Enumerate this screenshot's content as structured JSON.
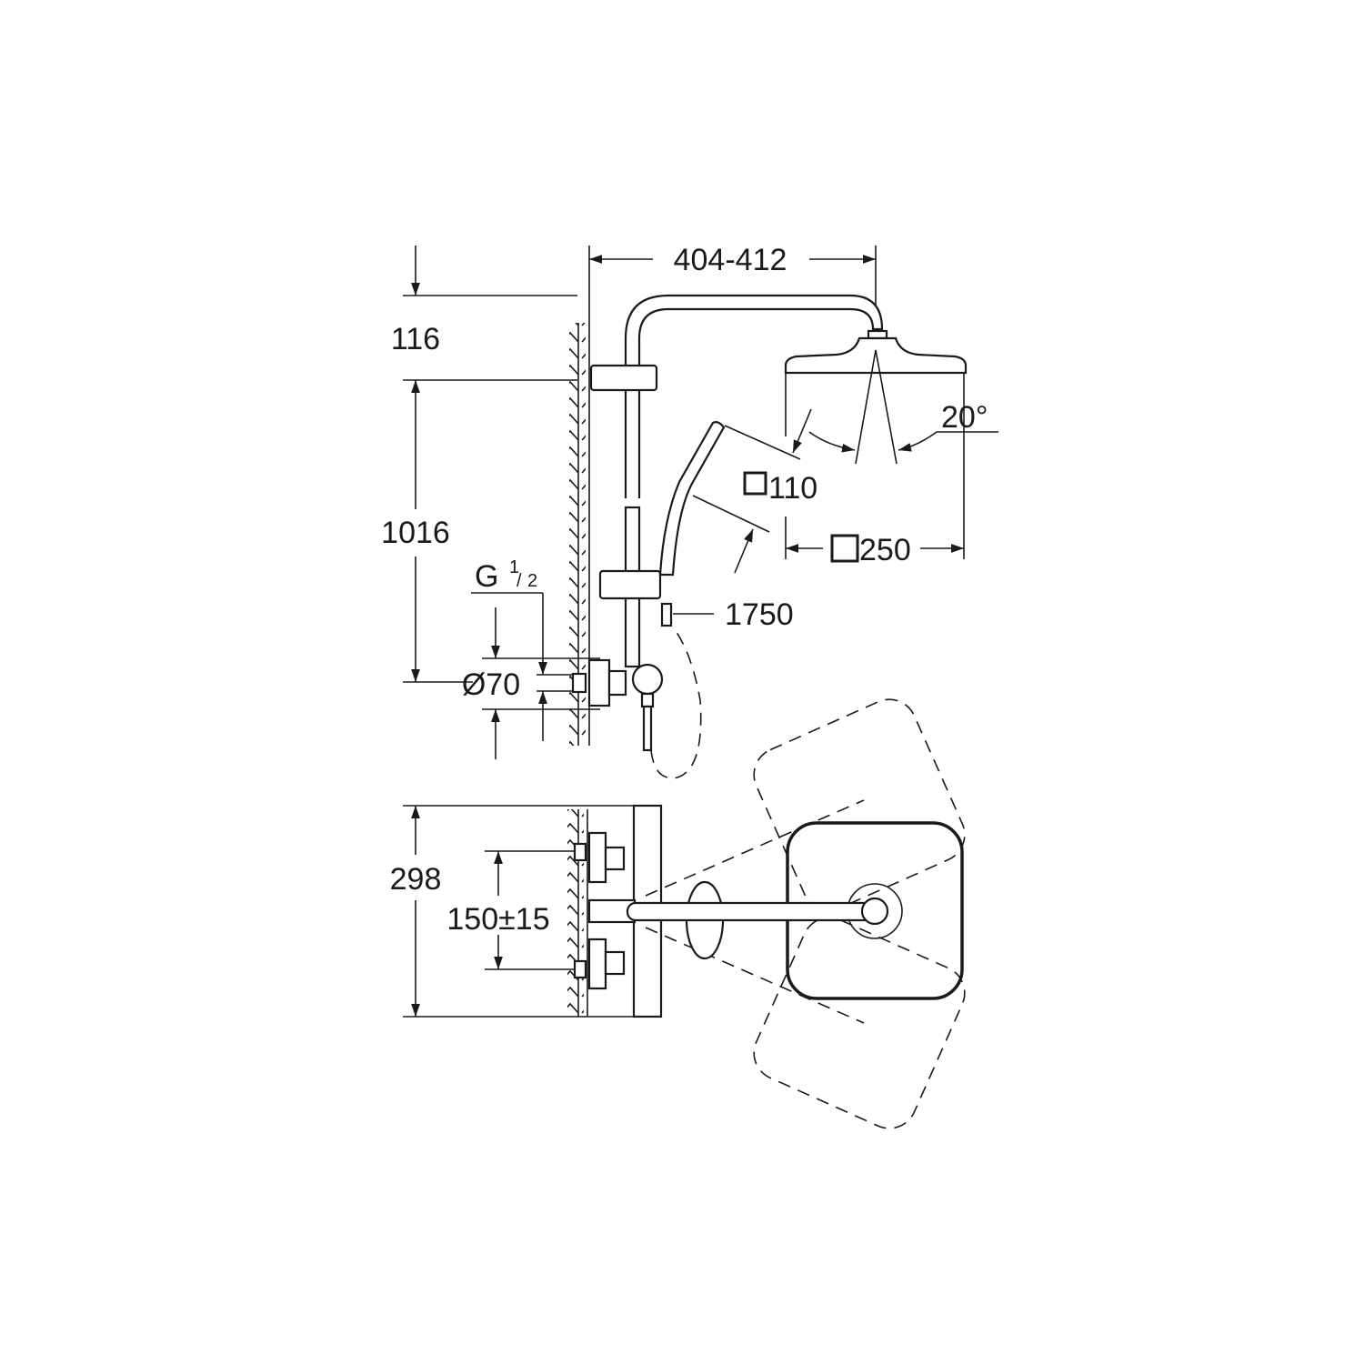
{
  "diagram": {
    "title": "Shower system dimension drawing",
    "dimensions": {
      "arm_projection": "404-412",
      "top_offset": "116",
      "rail_height": "1016",
      "thread_prefix": "G",
      "thread_num": "1",
      "thread_den": "2",
      "rosette_diameter": "Ø70",
      "hand_shower_size": "110",
      "head_shower_size": "250",
      "spray_angle": "20°",
      "hose_length": "1750",
      "mixer_height": "298",
      "inlet_spacing": "150±15"
    },
    "colors": {
      "line": "#1a1a1a",
      "background": "#ffffff"
    }
  }
}
